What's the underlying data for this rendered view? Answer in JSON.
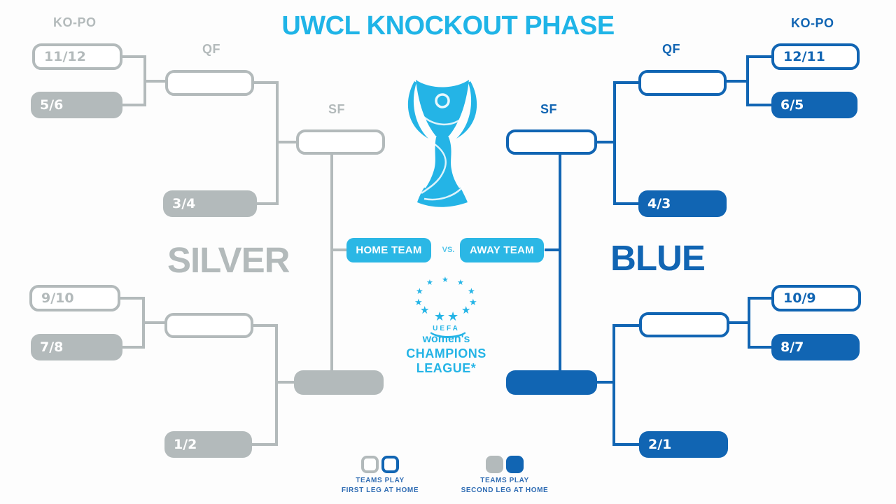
{
  "title": "UWCL KNOCKOUT PHASE",
  "colors": {
    "cyan": "#1fb4e7",
    "silver_gray": "#b3babb",
    "dark_blue": "#1165b3"
  },
  "silver_bracket": {
    "group_name": "SILVER",
    "kopo_label": "KO-PO",
    "qf_label": "QF",
    "sf_label": "SF",
    "slots": {
      "kopo_11_12": "11/12",
      "kopo_5_6": "5/6",
      "kopo_3_4": "3/4",
      "kopo_9_10": "9/10",
      "kopo_7_8": "7/8",
      "kopo_1_2": "1/2"
    }
  },
  "blue_bracket": {
    "group_name": "BLUE",
    "kopo_label": "KO-PO",
    "qf_label": "QF",
    "sf_label": "SF",
    "slots": {
      "kopo_12_11": "12/11",
      "kopo_6_5": "6/5",
      "kopo_4_3": "4/3",
      "kopo_10_9": "10/9",
      "kopo_8_7": "8/7",
      "kopo_2_1": "2/1"
    }
  },
  "final": {
    "home": "HOME TEAM",
    "vs": "VS.",
    "away": "AWAY TEAM"
  },
  "logo": {
    "uefa": "UEFA",
    "womens": "women's",
    "champions": "CHAMPIONS",
    "league": "LEAGUE*"
  },
  "legend": {
    "first_leg": {
      "line1": "TEAMS PLAY",
      "line2": "FIRST LEG AT HOME"
    },
    "second_leg": {
      "line1": "TEAMS PLAY",
      "line2": "SECOND LEG AT HOME"
    }
  }
}
